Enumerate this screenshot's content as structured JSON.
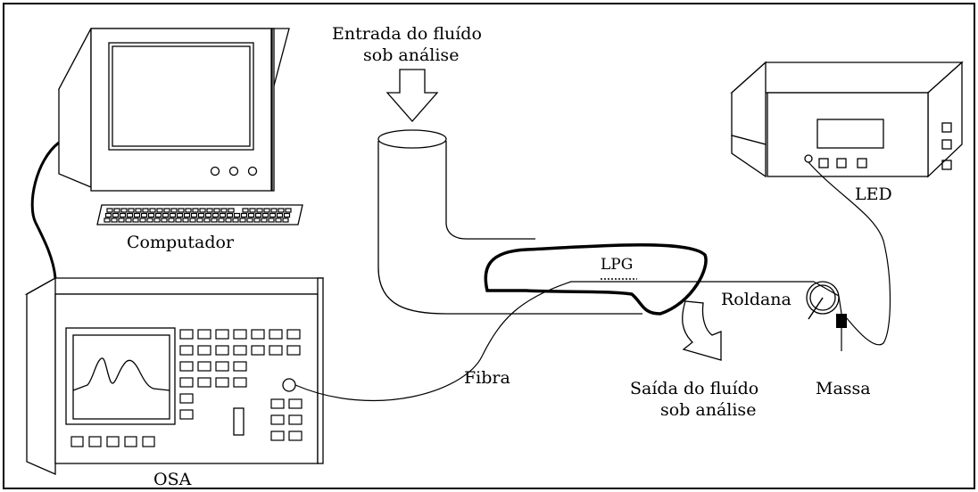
{
  "labels": {
    "inlet_line1": "Entrada do fluído",
    "inlet_line2": "sob análise",
    "computer": "Computador",
    "lpg": "LPG",
    "roldana": "Roldana",
    "led": "LED",
    "fibra": "Fibra",
    "outlet_line1": "Saída do fluído",
    "outlet_line2": "sob análise",
    "massa": "Massa",
    "osa": "OSA"
  },
  "colors": {
    "stroke": "#000000",
    "background": "#ffffff"
  }
}
